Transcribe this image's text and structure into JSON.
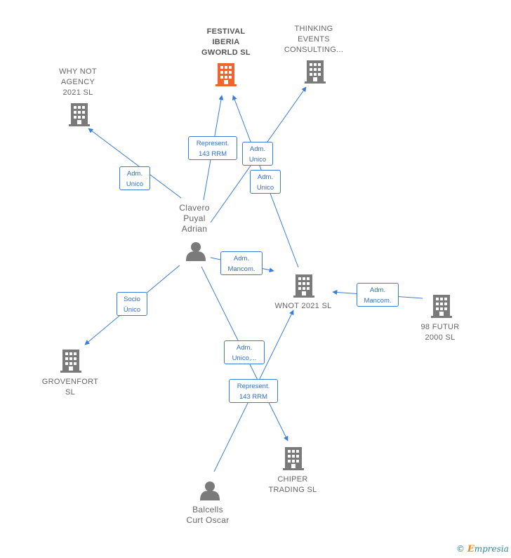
{
  "colors": {
    "edge": "#3a7dd8",
    "company": "#7a7a7a",
    "company_main": "#f0652d",
    "person": "#7a7a7a"
  },
  "nodes": {
    "festival": {
      "label": "FESTIVAL\nIBERIA\nGWORLD  SL",
      "icon": "building-icon"
    },
    "thinking": {
      "label": "THINKING\nEVENTS\nCONSULTING...",
      "icon": "building-icon"
    },
    "whynot": {
      "label": "WHY NOT\nAGENCY\n2021  SL",
      "icon": "building-icon"
    },
    "clavero": {
      "label": "Clavero\nPuyal\nAdrian",
      "icon": "person-icon"
    },
    "wnot": {
      "label": "WNOT 2021  SL",
      "icon": "building-icon"
    },
    "futur": {
      "label": "98 FUTUR\n2000  SL",
      "icon": "building-icon"
    },
    "grovenfort": {
      "label": "GROVENFORT\nSL",
      "icon": "building-icon"
    },
    "chiper": {
      "label": "CHIPER\nTRADING  SL",
      "icon": "building-icon"
    },
    "balcells": {
      "label": "Balcells\nCurt Oscar",
      "icon": "person-icon"
    }
  },
  "edges": {
    "e1": "Represent.\n143 RRM",
    "e2": "Adm.\nUnico",
    "e3": "Adm.\nUnico",
    "e4": "Adm.\nUnico",
    "e5": "Adm.\nMancom.",
    "e6": "Adm.\nMancom.",
    "e7": "Socio\nÚnico",
    "e8": "Adm.\nUnico,...",
    "e9": "Represent.\n143 RRM"
  },
  "footer": {
    "copyright": "©",
    "brand_first": "E",
    "brand_rest": "mpresia"
  }
}
